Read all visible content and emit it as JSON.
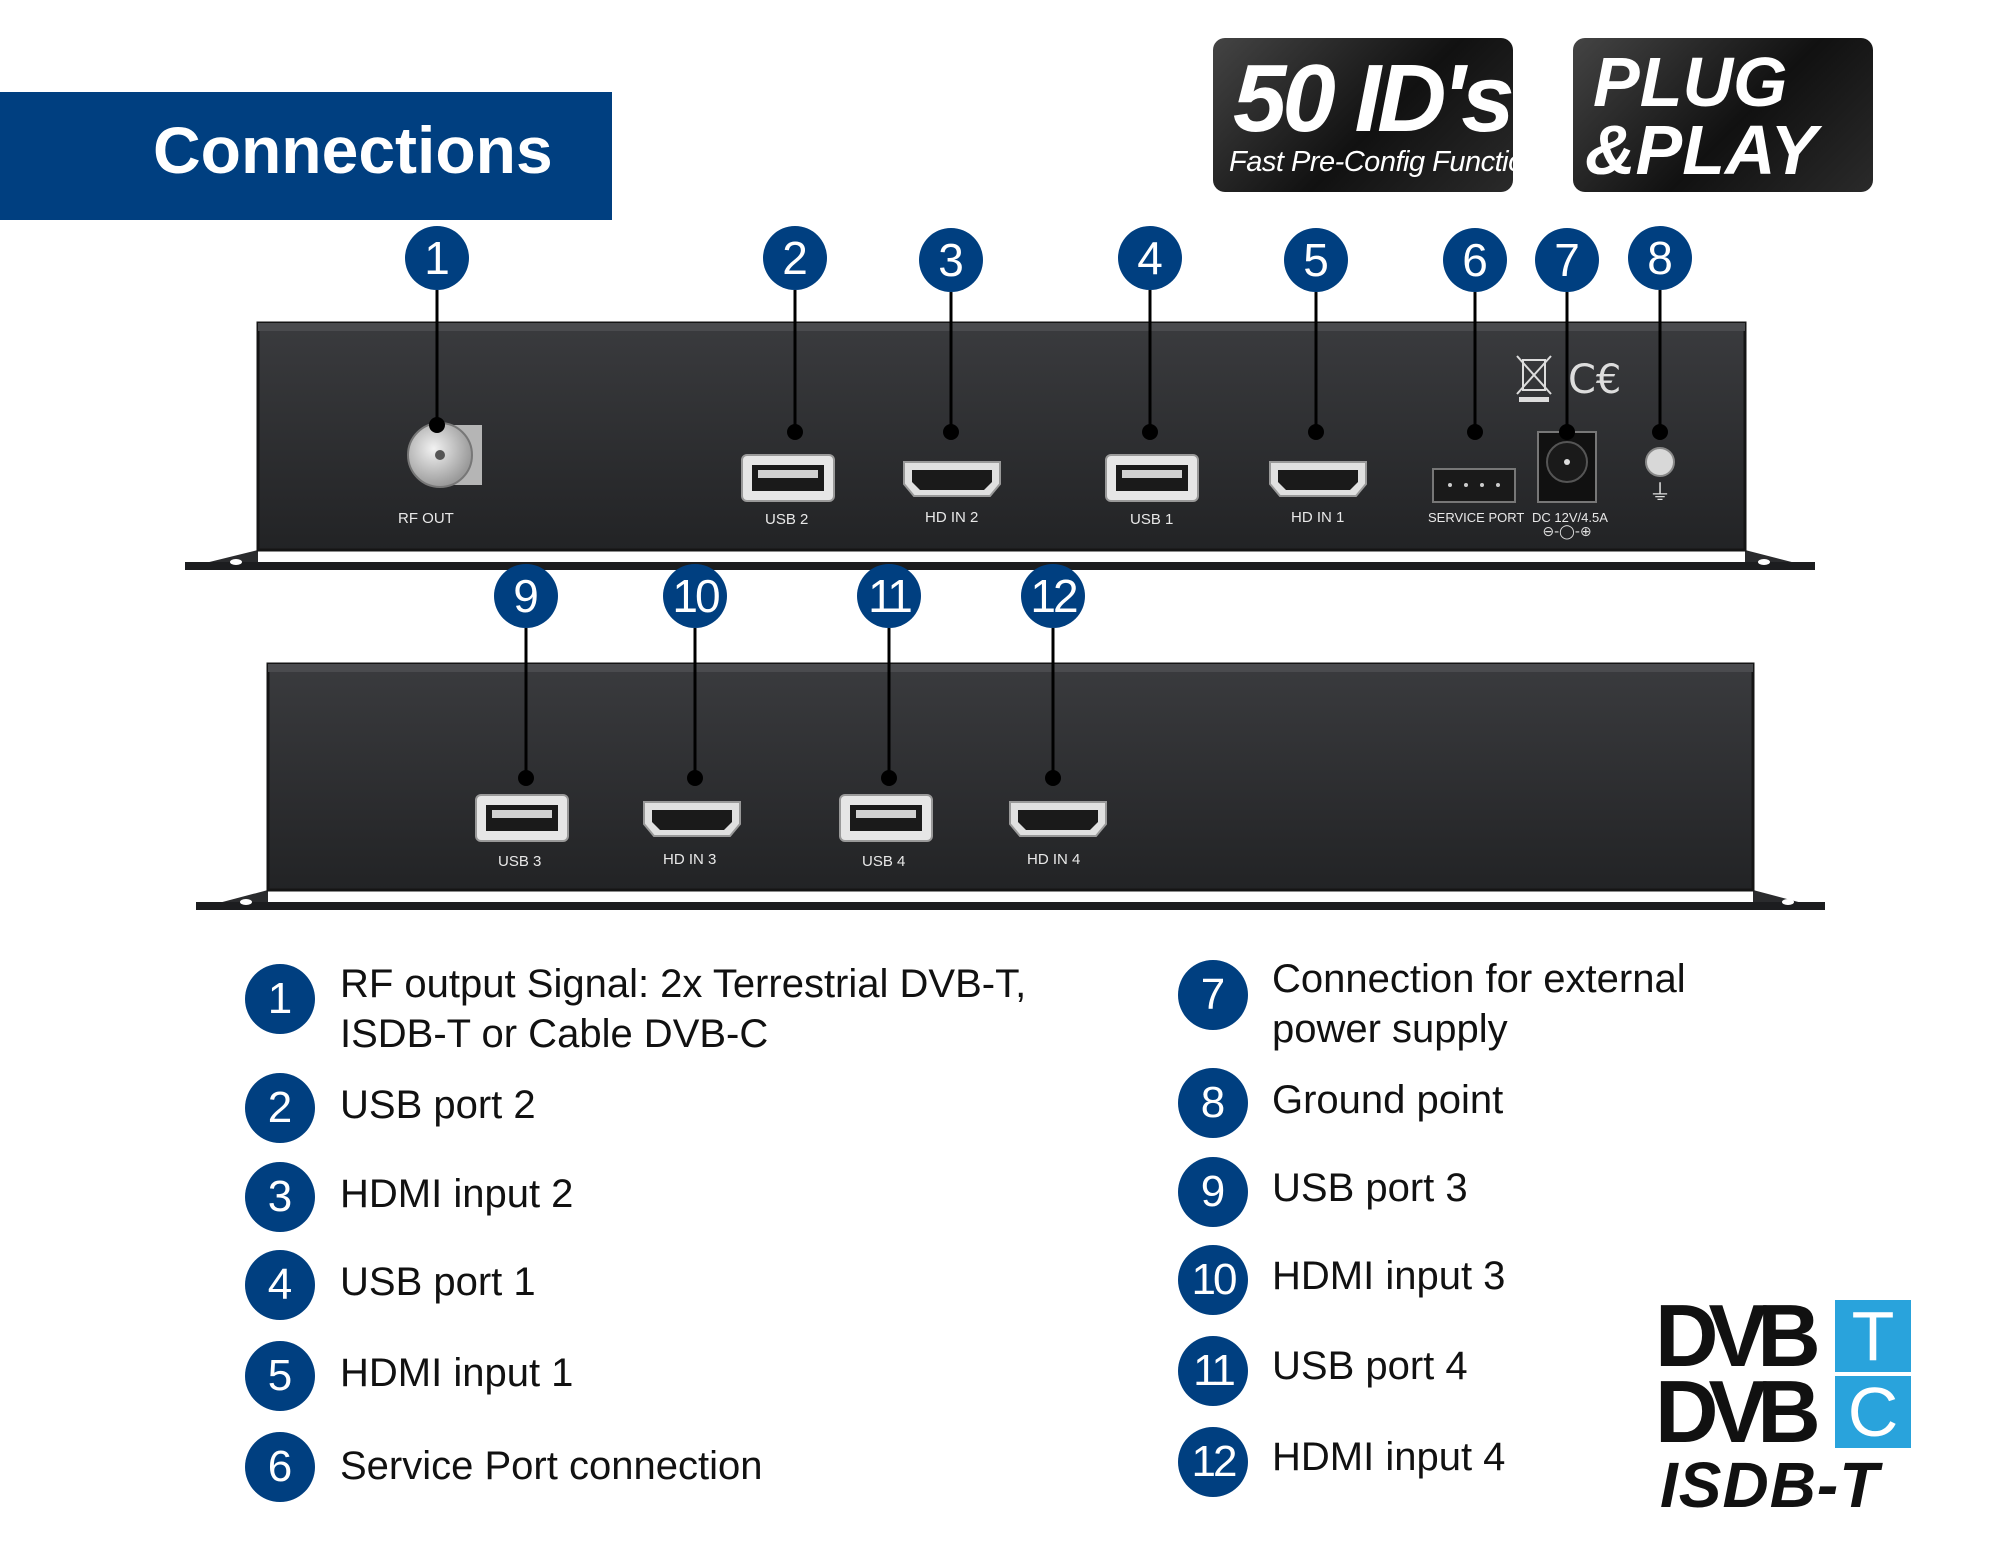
{
  "header": {
    "title": "Connections"
  },
  "badges": {
    "ids_main": "50 ID's",
    "ids_sub": "Fast Pre-Config Function",
    "plug_line1": "PLUG",
    "plug_line2": "&PLAY"
  },
  "device_labels": {
    "rf_out": "RF OUT",
    "usb2": "USB 2",
    "hd_in2": "HD IN 2",
    "usb1": "USB 1",
    "hd_in1": "HD IN 1",
    "service_port": "SERVICE PORT",
    "dc": "DC 12V/4.5A",
    "usb3": "USB 3",
    "hd_in3": "HD IN 3",
    "usb4": "USB 4",
    "hd_in4": "HD IN 4"
  },
  "callouts": [
    "1",
    "2",
    "3",
    "4",
    "5",
    "6",
    "7",
    "8",
    "9",
    "10",
    "11",
    "12"
  ],
  "legend": [
    {
      "num": "1",
      "text": [
        "RF output Signal: 2x Terrestrial DVB-T,",
        "ISDB-T or Cable DVB-C"
      ]
    },
    {
      "num": "2",
      "text": [
        "USB port 2"
      ]
    },
    {
      "num": "3",
      "text": [
        "HDMI input 2"
      ]
    },
    {
      "num": "4",
      "text": [
        "USB port 1"
      ]
    },
    {
      "num": "5",
      "text": [
        "HDMI input 1"
      ]
    },
    {
      "num": "6",
      "text": [
        "Service Port connection"
      ]
    },
    {
      "num": "7",
      "text": [
        "Connection for external",
        "power supply"
      ]
    },
    {
      "num": "8",
      "text": [
        "Ground point"
      ]
    },
    {
      "num": "9",
      "text": [
        "USB port 3"
      ]
    },
    {
      "num": "10",
      "text": [
        "HDMI input 3"
      ]
    },
    {
      "num": "11",
      "text": [
        "USB port 4"
      ]
    },
    {
      "num": "12",
      "text": [
        "HDMI input 4"
      ]
    }
  ],
  "logo": {
    "dvb_word": "DVB",
    "t_letter": "T",
    "c_letter": "C",
    "isdb": "ISDB-T",
    "accent_color": "#29a3dc"
  },
  "colors": {
    "brand_blue": "#003f80",
    "device_body": "#2a2b2d"
  }
}
